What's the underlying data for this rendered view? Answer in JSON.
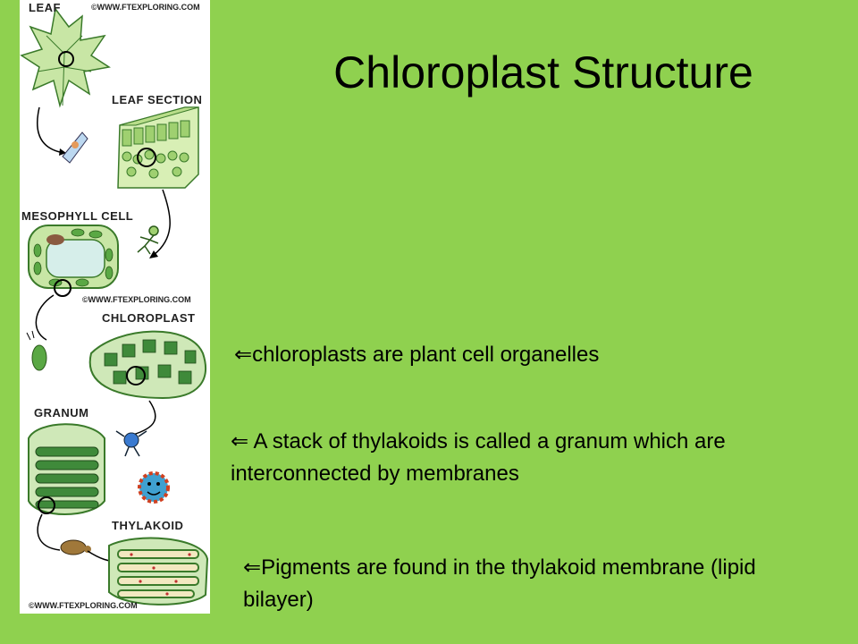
{
  "slide": {
    "title": "Chloroplast Structure",
    "bullets": [
      {
        "arrow": "⇐",
        "text": "chloroplasts are plant cell organelles"
      },
      {
        "arrow": "⇐",
        "text": " A stack of thylakoids is called a granum which are interconnected by membranes"
      },
      {
        "arrow": "⇐",
        "text": "Pigments are found in the thylakoid membrane (lipid bilayer)"
      }
    ]
  },
  "illustration": {
    "labels": {
      "leaf": "LEAF",
      "leaf_section": "LEAF SECTION",
      "mesophyll_cell": "MESOPHYLL CELL",
      "chloroplast": "CHLOROPLAST",
      "granum": "GRANUM",
      "thylakoid": "THYLAKOID"
    },
    "copyright": [
      "©WWW.FTEXPLORING.COM",
      "©WWW.FTEXPLORING.COM",
      "©WWW.FTEXPLORING.COM"
    ]
  },
  "colors": {
    "background": "#8fd14f",
    "panel": "#ffffff",
    "text": "#000000"
  }
}
